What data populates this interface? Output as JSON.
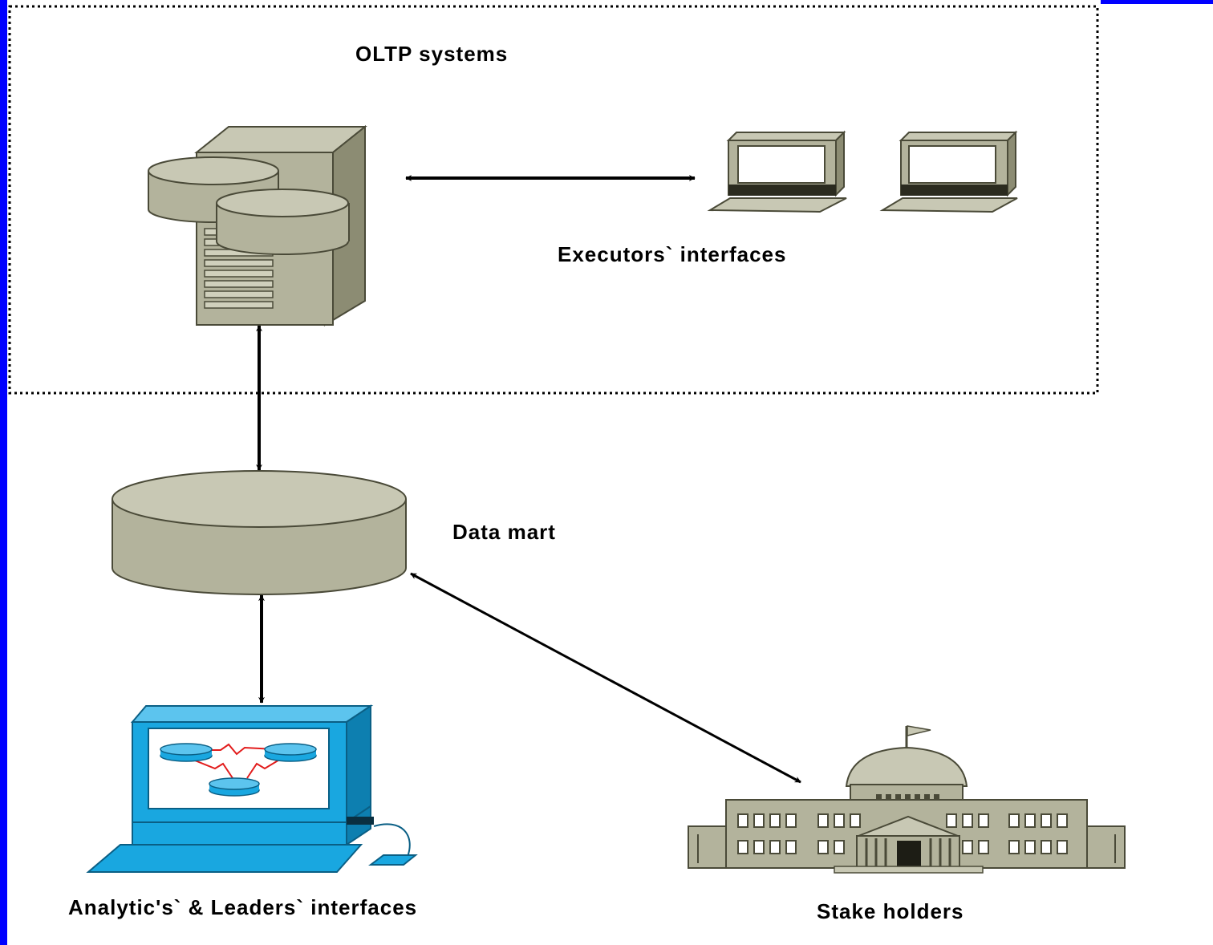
{
  "labels": {
    "oltp": "OLTP systems",
    "executors": "Executors` interfaces",
    "datamart": "Data mart",
    "analytics": "Analytic's` & Leaders` interfaces",
    "stakeholders": "Stake holders"
  },
  "colors": {
    "frame": "#0000ff",
    "device_fill": "#b3b39c",
    "device_dark": "#8c8c73",
    "device_outline": "#4a4a38",
    "workstation": "#19a7e0",
    "workstation_dark": "#0d7fb0",
    "link_red": "#e21c1c",
    "arrow": "#000000"
  },
  "icons": [
    "server-with-disks-icon",
    "terminal-icon",
    "database-cylinder-icon",
    "workstation-icon",
    "government-building-icon"
  ]
}
